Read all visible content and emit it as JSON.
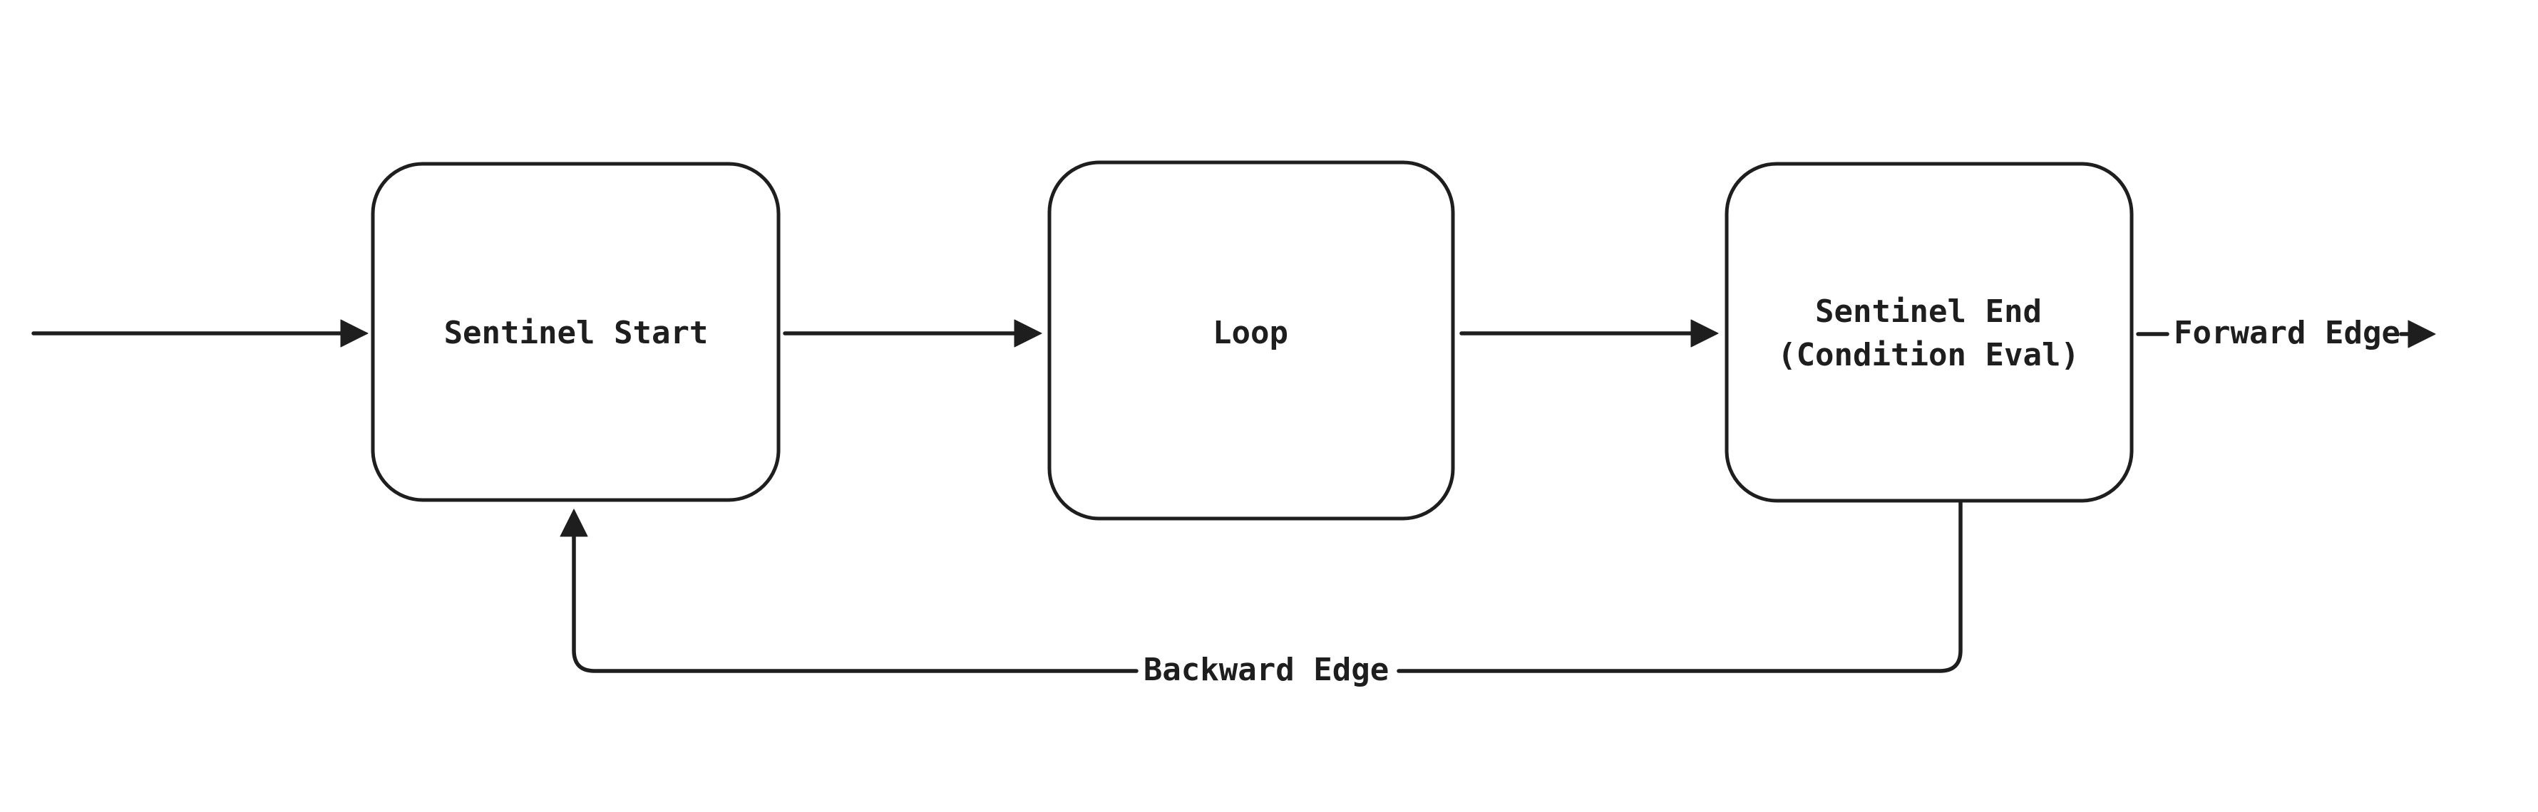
{
  "colors": {
    "background": "#ffffff",
    "stroke": "#1e1e1e"
  },
  "nodes": [
    {
      "id": "sentinel-start",
      "label": "Sentinel Start"
    },
    {
      "id": "loop",
      "label": "Loop"
    },
    {
      "id": "sentinel-end",
      "label_lines": [
        "Sentinel End",
        "(Condition Eval)"
      ]
    }
  ],
  "edges": [
    {
      "id": "entry",
      "from": "start-of-flow",
      "to": "sentinel-start",
      "label": ""
    },
    {
      "id": "start-to-loop",
      "from": "sentinel-start",
      "to": "loop",
      "label": ""
    },
    {
      "id": "loop-to-end",
      "from": "loop",
      "to": "sentinel-end",
      "label": ""
    },
    {
      "id": "forward-edge",
      "from": "sentinel-end",
      "to": "exit",
      "label": "Forward Edge"
    },
    {
      "id": "backward-edge",
      "from": "sentinel-end",
      "to": "sentinel-start",
      "label": "Backward Edge"
    }
  ]
}
